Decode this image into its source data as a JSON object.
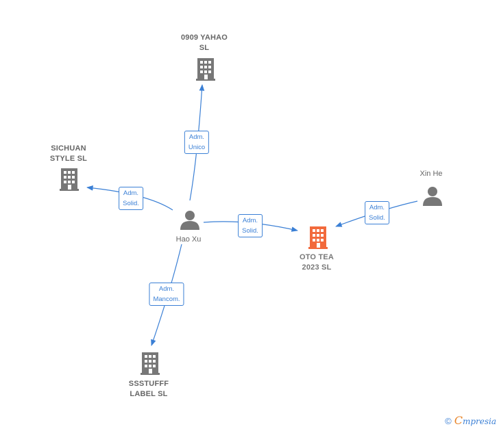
{
  "colors": {
    "edge": "#3a7fd5",
    "company_icon": "#777777",
    "focus_company_icon": "#f26a3c",
    "person_icon": "#777777",
    "label_text": "#666666"
  },
  "nodes": {
    "yahao": {
      "line1": "0909 YAHAO",
      "line2": "SL",
      "icon": "building-icon"
    },
    "sichuan": {
      "line1": "SICHUAN",
      "line2": "STYLE  SL",
      "icon": "building-icon"
    },
    "ssstufff": {
      "line1": "SSSTUFFF",
      "line2": "LABEL  SL",
      "icon": "building-icon"
    },
    "oto": {
      "line1": "OTO TEA",
      "line2": "2023  SL",
      "icon": "building-icon"
    },
    "haoxu": {
      "name": "Hao Xu",
      "icon": "person-icon"
    },
    "xinhe": {
      "name": "Xin He",
      "icon": "person-icon"
    }
  },
  "edges": {
    "haoxu_yahao": {
      "line1": "Adm.",
      "line2": "Unico"
    },
    "haoxu_sichuan": {
      "line1": "Adm.",
      "line2": "Solid."
    },
    "haoxu_oto": {
      "line1": "Adm.",
      "line2": "Solid."
    },
    "haoxu_ssstufff": {
      "line1": "Adm.",
      "line2": "Mancom."
    },
    "xinhe_oto": {
      "line1": "Adm.",
      "line2": "Solid."
    }
  },
  "footer": {
    "copyright": "©",
    "brand_first": "C",
    "brand_rest": "mpresia"
  }
}
